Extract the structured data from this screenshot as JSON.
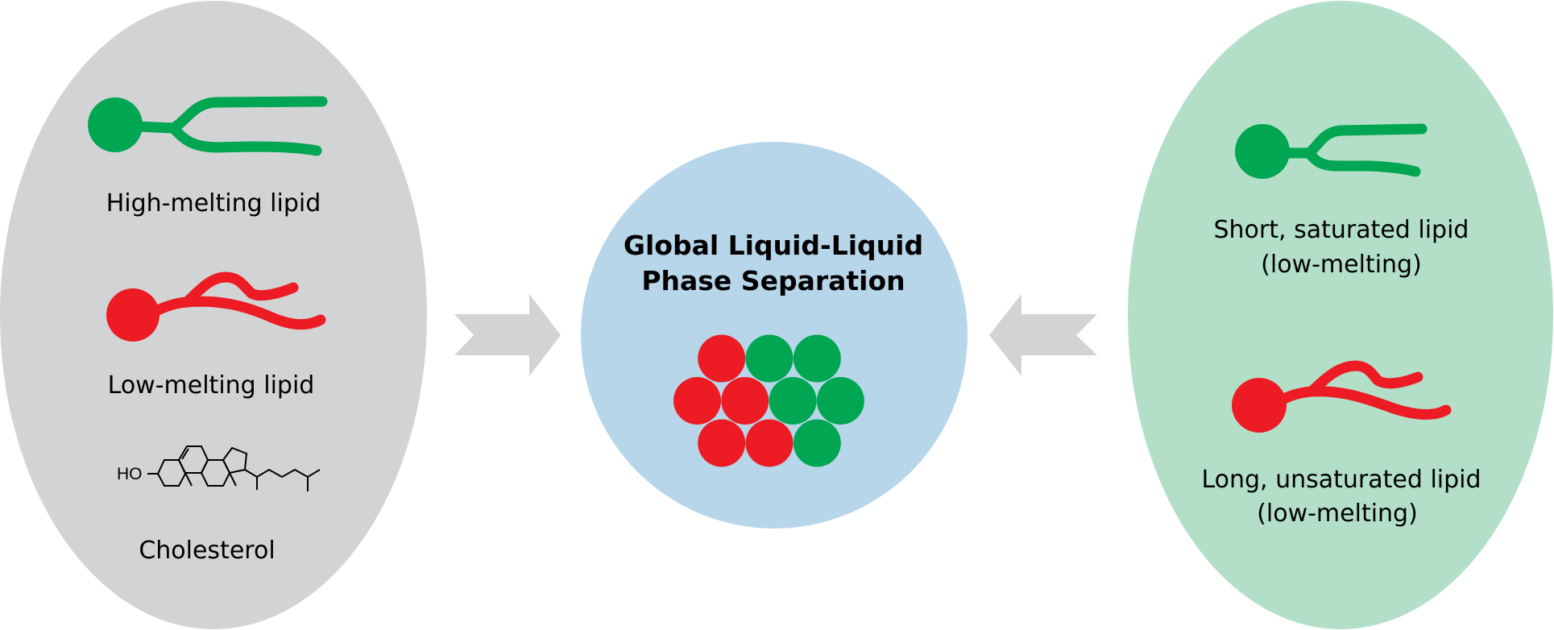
{
  "colors": {
    "background": "#ffffff",
    "left_panel": "#d1d3d4",
    "right_panel": "#b3dfc8",
    "center_panel": "#b7d6ea",
    "arrow": "#d1d3d4",
    "ordered_green": "#00a651",
    "disordered_red": "#ed1c24",
    "sterol_yellow": "#fff200",
    "text": "#000000"
  },
  "left_panel": {
    "items": [
      {
        "label": "High-melting lipid",
        "icon": "saturated-lipid-icon",
        "color_key": "ordered_green"
      },
      {
        "label": "Low-melting lipid",
        "icon": "unsaturated-lipid-icon",
        "color_key": "disordered_red"
      },
      {
        "label": "Cholesterol",
        "icon": "cholesterol-structure-icon",
        "hydroxyl_label": "HO"
      }
    ]
  },
  "center_panel": {
    "title_line1": "Global Liquid-Liquid",
    "title_line2": "Phase Separation",
    "domains": {
      "rows": [
        [
          "red",
          "green",
          "green"
        ],
        [
          "red",
          "red",
          "green",
          "green"
        ],
        [
          "red",
          "red",
          "green"
        ]
      ]
    }
  },
  "right_panel": {
    "items": [
      {
        "label_line1": "Short, saturated lipid",
        "label_line2": "(low-melting)",
        "icon": "saturated-lipid-icon",
        "color_key": "ordered_green"
      },
      {
        "label_line1": "Long, unsaturated lipid",
        "label_line2": "(low-melting)",
        "icon": "unsaturated-lipid-icon",
        "color_key": "disordered_red"
      }
    ]
  },
  "arrows": [
    {
      "direction": "right",
      "icon": "arrow-right-icon"
    },
    {
      "direction": "left",
      "icon": "arrow-left-icon"
    }
  ]
}
